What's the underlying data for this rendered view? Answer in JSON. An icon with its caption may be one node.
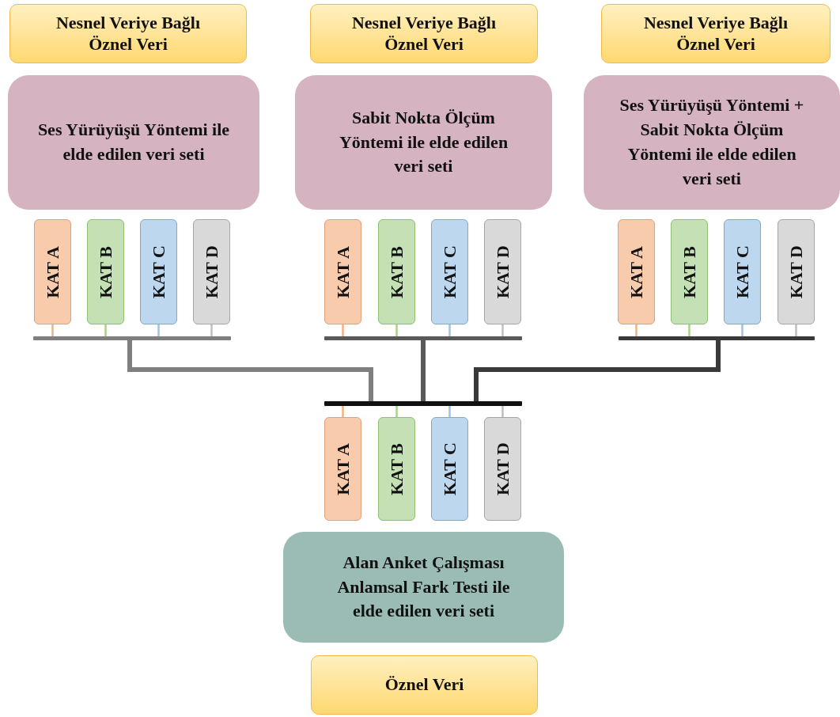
{
  "diagram": {
    "nodes": [
      {
        "text": [
          "Nesnel Veriye Bağlı Öznel Veri"
        ]
      },
      {
        "text": [
          "Nesnel Veriye Bağlı Öznel Veri"
        ]
      },
      {
        "text": [
          "Nesnel Veriye Bağlı Öznel Veri"
        ]
      },
      {
        "text": [
          "Ses Yürüyüşü Yöntemi ile elde edilen veri seti"
        ]
      },
      {
        "text": [
          "Sabit Nokta Ölçüm Yöntemi ile elde edilen veri seti"
        ]
      },
      {
        "text": [
          "Ses Yürüyüşü Yöntemi + Sabit Nokta Ölçüm Yöntemi ile elde edilen veri seti"
        ]
      },
      {
        "text": [
          "KAT A"
        ]
      },
      {
        "text": [
          "KAT B"
        ]
      },
      {
        "text": [
          "KAT C"
        ]
      },
      {
        "text": [
          "KAT D"
        ]
      },
      {
        "text": [
          "KAT A"
        ]
      },
      {
        "text": [
          "KAT B"
        ]
      },
      {
        "text": [
          "KAT C"
        ]
      },
      {
        "text": [
          "KAT D"
        ]
      },
      {
        "text": [
          "KAT A"
        ]
      },
      {
        "text": [
          "KAT B"
        ]
      },
      {
        "text": [
          "KAT C"
        ]
      },
      {
        "text": [
          "KAT D"
        ]
      },
      {
        "text": [],
        "shape": "bar"
      },
      {
        "text": [],
        "shape": "bar"
      },
      {
        "text": [],
        "shape": "bar"
      },
      {
        "text": [],
        "shape": "bar"
      },
      {
        "text": [
          "KAT A"
        ]
      },
      {
        "text": [
          "KAT B"
        ]
      },
      {
        "text": [
          "KAT C"
        ]
      },
      {
        "text": [
          "KAT D"
        ]
      },
      {
        "text": [
          "Alan Anket Çalışması Anlamsal Fark Testi ile elde edilen veri seti"
        ]
      },
      {
        "text": [
          "Öznel Veri"
        ]
      }
    ],
    "edges": [
      {
        "from": 6,
        "to": 18,
        "arrow": "none",
        "color": "#f4b183"
      },
      {
        "from": 7,
        "to": 18,
        "arrow": "none",
        "color": "#a9d18e"
      },
      {
        "from": 8,
        "to": 18,
        "arrow": "none",
        "color": "#9dc3e6"
      },
      {
        "from": 9,
        "to": 18,
        "arrow": "none",
        "color": "#bfbfbf"
      },
      {
        "from": 10,
        "to": 19,
        "arrow": "none",
        "color": "#f4b183"
      },
      {
        "from": 11,
        "to": 19,
        "arrow": "none",
        "color": "#a9d18e"
      },
      {
        "from": 12,
        "to": 19,
        "arrow": "none",
        "color": "#9dc3e6"
      },
      {
        "from": 13,
        "to": 19,
        "arrow": "none",
        "color": "#bfbfbf"
      },
      {
        "from": 14,
        "to": 20,
        "arrow": "none",
        "color": "#f4b183"
      },
      {
        "from": 15,
        "to": 20,
        "arrow": "none",
        "color": "#a9d18e"
      },
      {
        "from": 16,
        "to": 20,
        "arrow": "none",
        "color": "#9dc3e6"
      },
      {
        "from": 17,
        "to": 20,
        "arrow": "none",
        "color": "#bfbfbf"
      },
      {
        "from": 18,
        "to": 21,
        "arrow": "none",
        "style": "thick",
        "color": "#7f7f7f"
      },
      {
        "from": 19,
        "to": 21,
        "arrow": "none",
        "style": "thick",
        "color": "#595959"
      },
      {
        "from": 20,
        "to": 21,
        "arrow": "none",
        "style": "thick",
        "color": "#3a3a3a"
      },
      {
        "from": 21,
        "to": 22,
        "arrow": "none",
        "color": "#f4b183"
      },
      {
        "from": 21,
        "to": 23,
        "arrow": "none",
        "color": "#a9d18e"
      },
      {
        "from": 21,
        "to": 24,
        "arrow": "none",
        "color": "#9dc3e6"
      },
      {
        "from": 21,
        "to": 25,
        "arrow": "none",
        "color": "#bfbfbf"
      }
    ]
  }
}
